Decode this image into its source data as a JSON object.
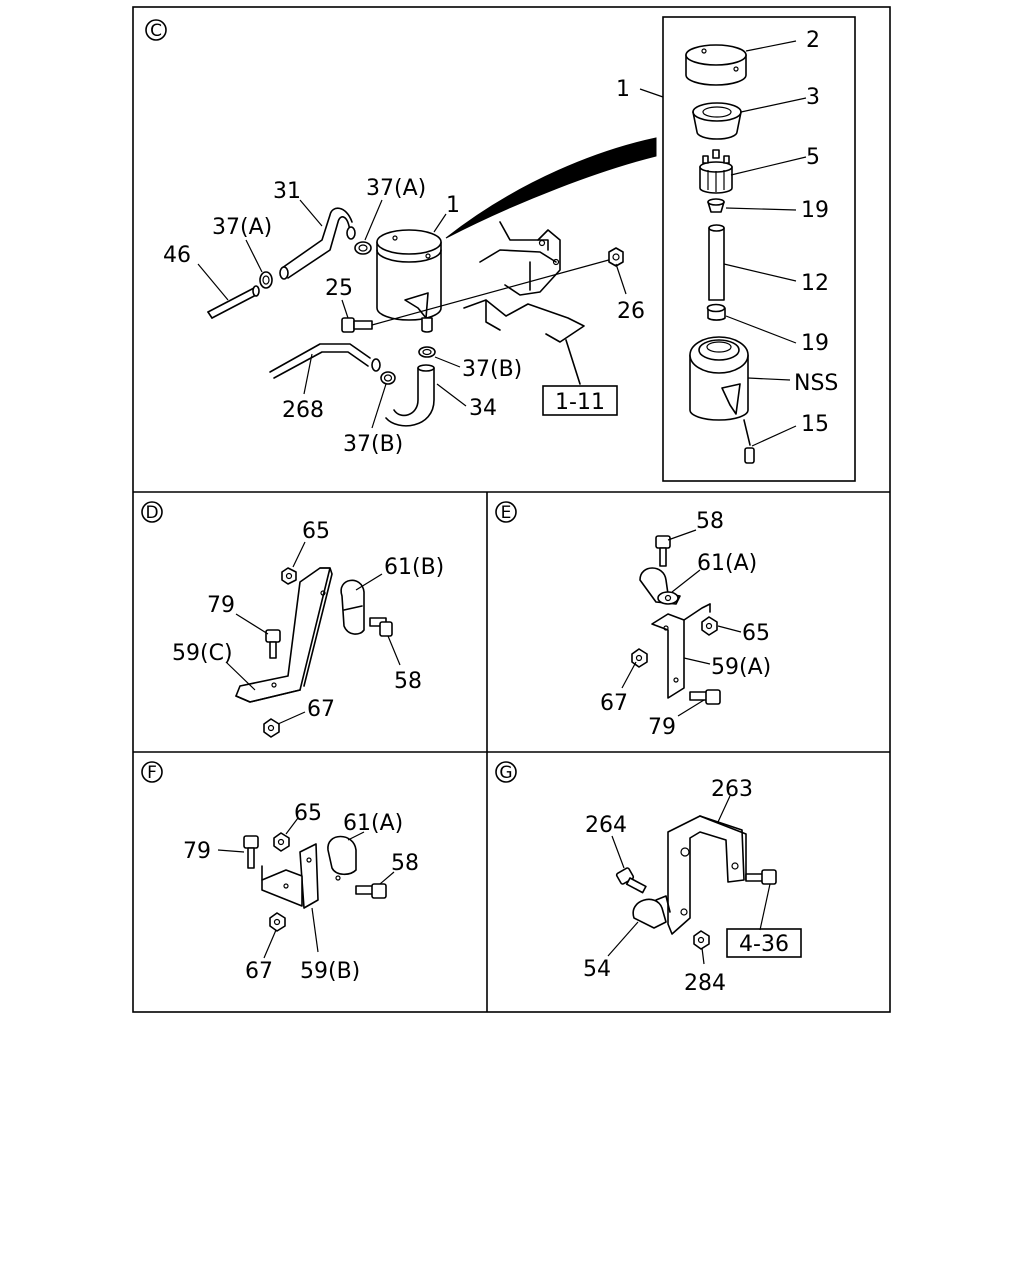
{
  "sections": {
    "C": {
      "marker": "C",
      "labels": [
        "1",
        "2",
        "3",
        "5",
        "19",
        "12",
        "19",
        "NSS",
        "15",
        "31",
        "37(A)",
        "1",
        "37(A)",
        "46",
        "25",
        "26",
        "37(B)",
        "268",
        "34",
        "37(B)"
      ],
      "ref_box": "1-11"
    },
    "D": {
      "marker": "D",
      "labels": [
        "65",
        "61(B)",
        "79",
        "59(C)",
        "58",
        "67"
      ]
    },
    "E": {
      "marker": "E",
      "labels": [
        "58",
        "61(A)",
        "65",
        "59(A)",
        "67",
        "79"
      ]
    },
    "F": {
      "marker": "F",
      "labels": [
        "65",
        "61(A)",
        "79",
        "58",
        "67",
        "59(B)"
      ]
    },
    "G": {
      "marker": "G",
      "labels": [
        "263",
        "264",
        "54",
        "284"
      ],
      "ref_box": "4-36"
    }
  }
}
